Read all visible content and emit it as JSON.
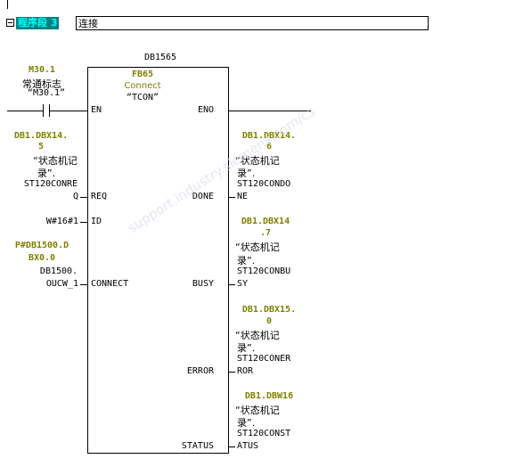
{
  "network": {
    "label": "程序段 3",
    "title": "连接"
  },
  "block": {
    "instance": "DB1565",
    "type": "FB65",
    "name": "Connect",
    "symbol": "“TCON”",
    "en": "EN",
    "eno": "ENO",
    "pins_in": [
      "REQ",
      "ID",
      "CONNECT"
    ],
    "pins_out": [
      "DONE",
      "BUSY",
      "ERROR",
      "STATUS"
    ]
  },
  "en_contact": {
    "addr": "M30.1",
    "comment": "常通标志",
    "symbol": "“M30.1”"
  },
  "req": {
    "addr": "DB1.DBX14.",
    "addr2": "5",
    "sym1": "“状态机记",
    "sym2": "录”.",
    "sym3": "ST120CONRE",
    "sym4": "Q"
  },
  "id": {
    "value": "W#16#1"
  },
  "connect": {
    "addr": "P#DB1500.D",
    "addr2": "BX0.0",
    "sym1": "DB1500.",
    "sym2": "OUCW_1"
  },
  "done": {
    "addr": "DB1.DBX14.",
    "addr2": "6",
    "sym1": "“状态机记",
    "sym2": "录”.",
    "sym3": "ST120CONDO",
    "sym4": "NE"
  },
  "busy": {
    "addr": "DB1.DBX14",
    "addr2": ".7",
    "sym1": "“状态机记",
    "sym2": "录”.",
    "sym3": "ST120CONBU",
    "sym4": "SY"
  },
  "error": {
    "addr": "DB1.DBX15.",
    "addr2": "0",
    "sym1": "“状态机记",
    "sym2": "录”.",
    "sym3": "ST120CONER",
    "sym4": "ROR"
  },
  "status": {
    "addr": "DB1.DBW16",
    "sym1": "“状态机记",
    "sym2": "录”.",
    "sym3": "ST120CONST",
    "sym4": "ATUS"
  },
  "watermark": "support.industry.siemens.com/cs",
  "colors": {
    "operand": "#808000",
    "netlabel_bg": "#008080",
    "netlabel_fg": "#00ffff"
  }
}
